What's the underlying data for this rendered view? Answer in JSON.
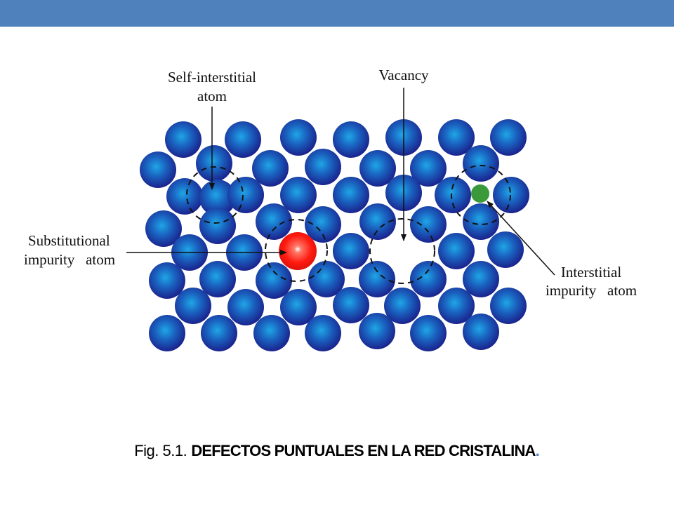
{
  "labels": {
    "self_interstitial_line1": "Self-interstitial",
    "self_interstitial_line2": "atom",
    "vacancy": "Vacancy",
    "substitutional_line1": "Substitutional",
    "substitutional_line2": "impurity   atom",
    "interstitial_line1": "Interstitial",
    "interstitial_line2": "impurity   atom"
  },
  "caption": {
    "prefix": "Fig. 5.1.",
    "title": "DEFECTOS PUNTUALES EN LA RED CRISTALINA",
    "end": "."
  },
  "colors": {
    "bar": "#4f81bd",
    "atom": "#1a3aa8",
    "substitutional": "#ff2a1a",
    "interstitial": "#3a9a3a"
  }
}
